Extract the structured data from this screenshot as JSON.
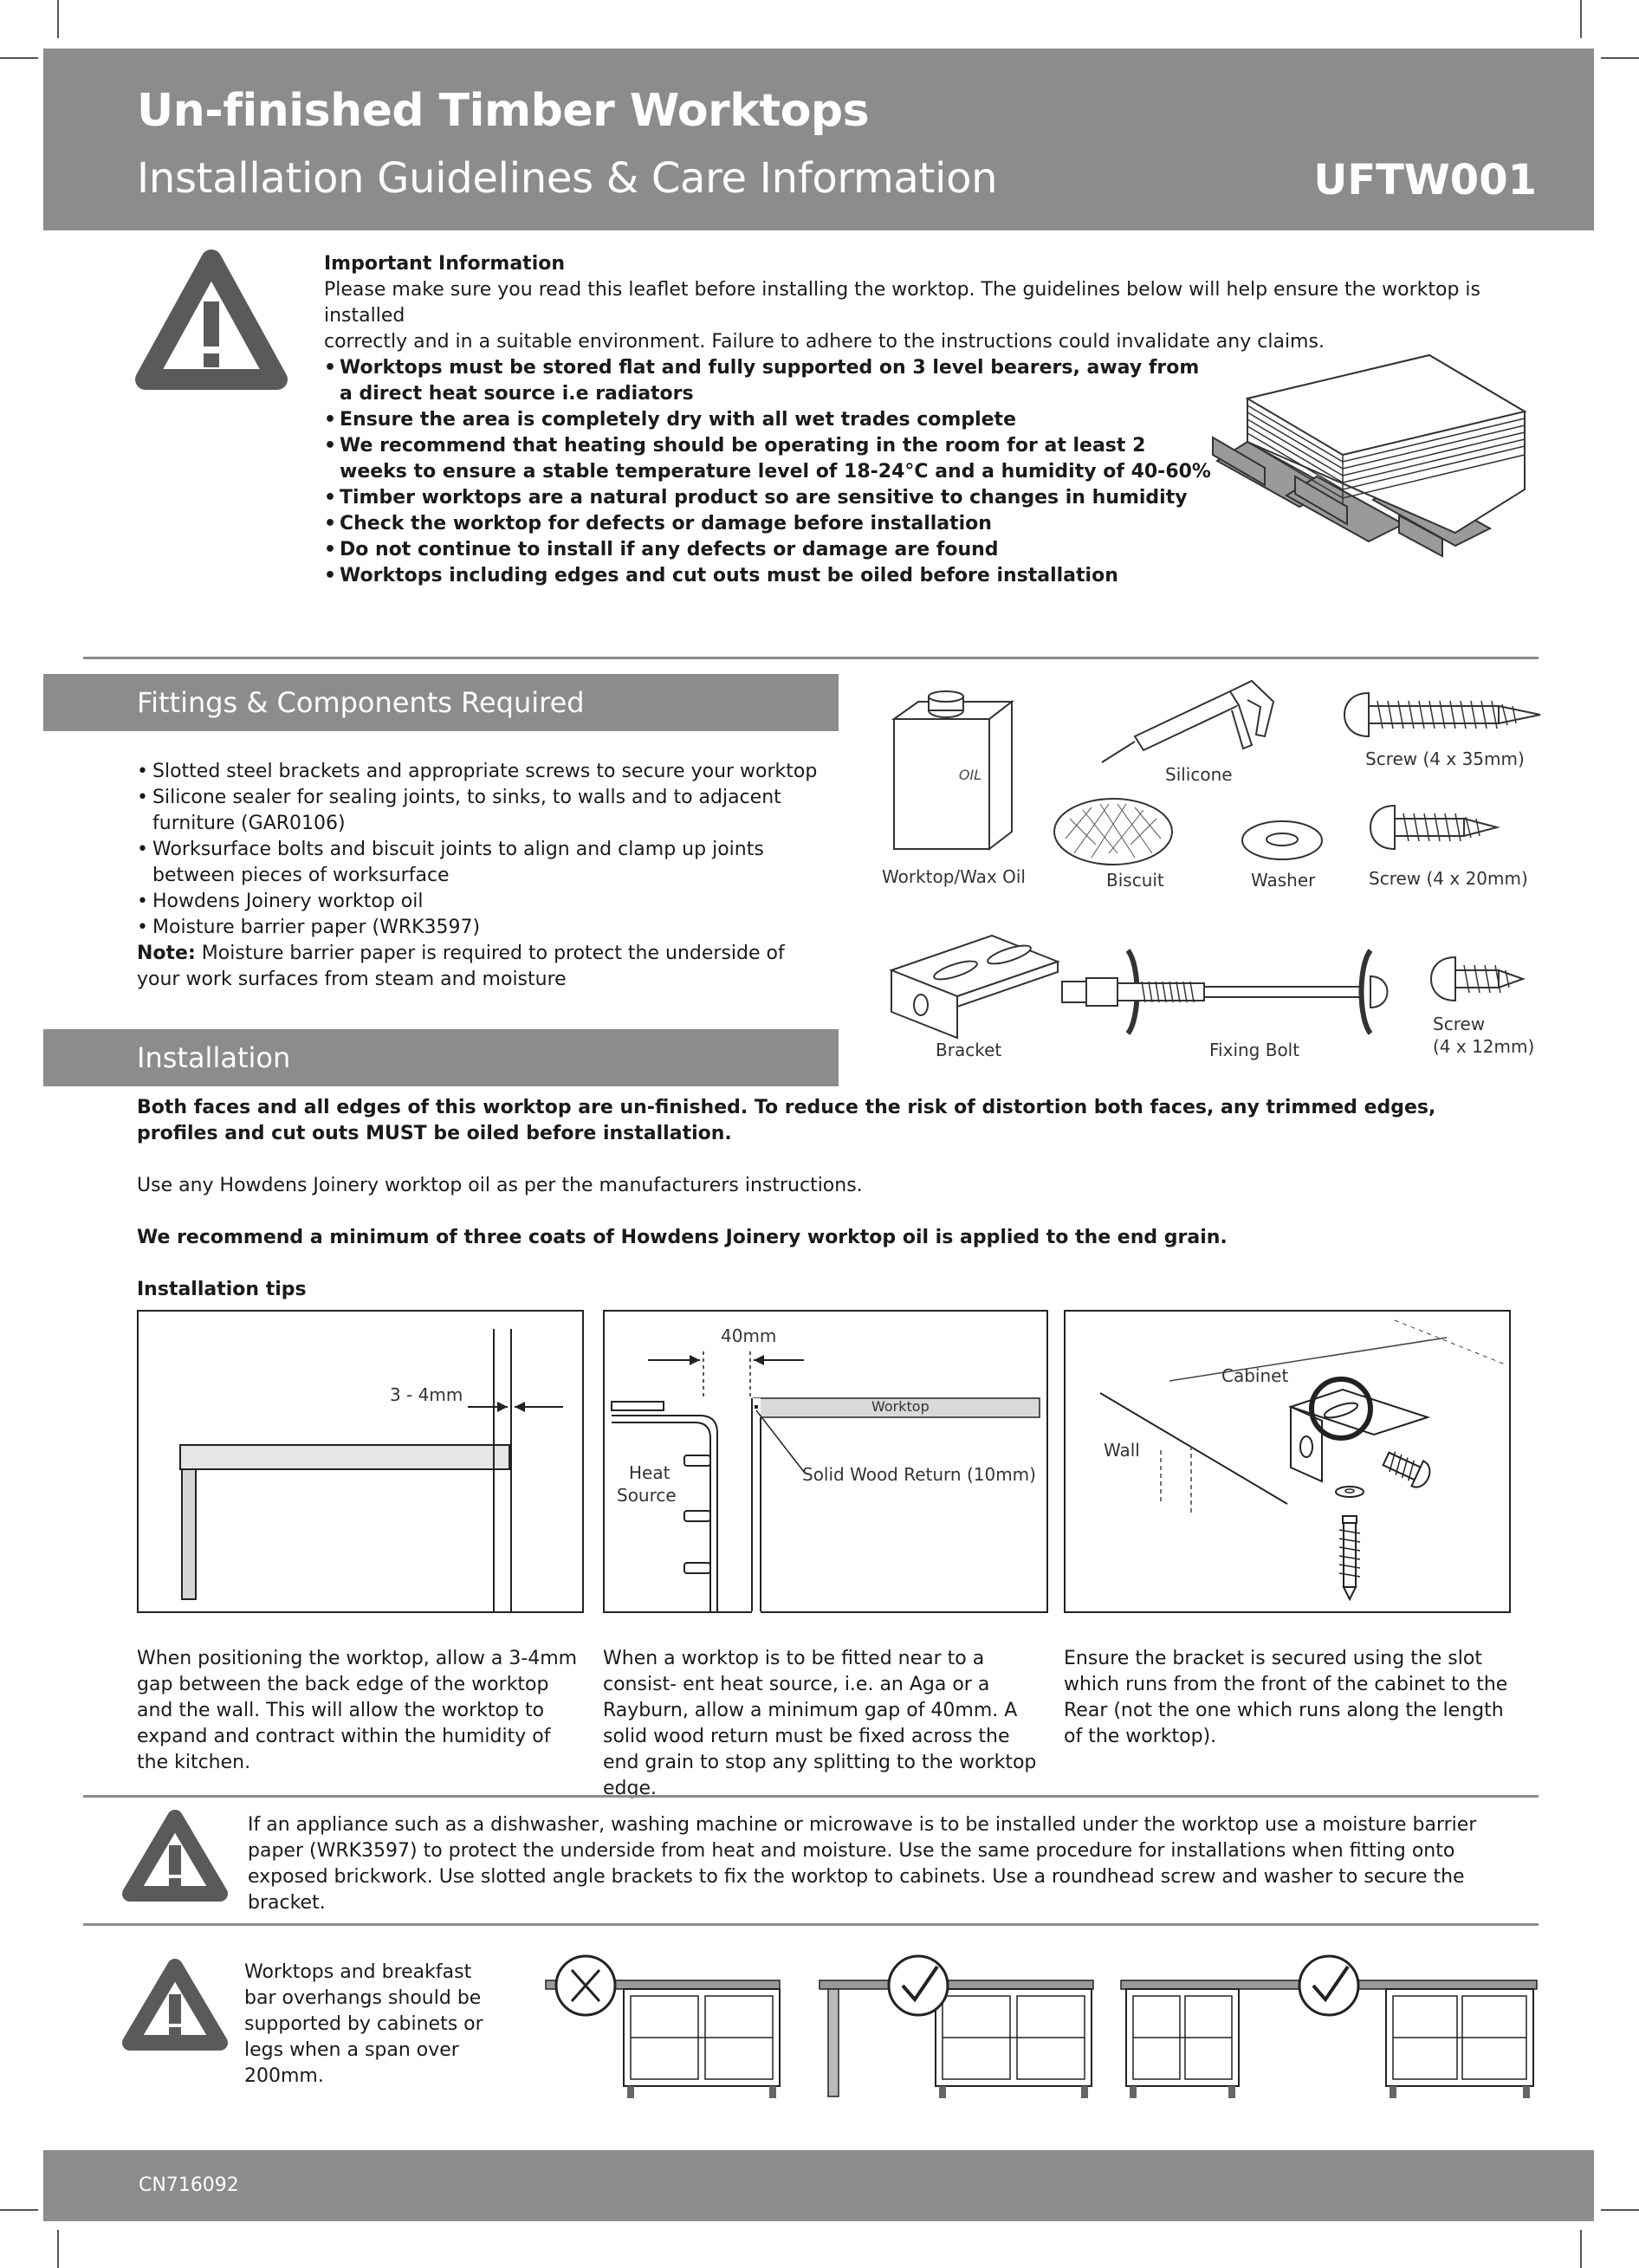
{
  "header": {
    "title": "Un-finished Timber Worktops",
    "subtitle": "Installation Guidelines & Care Information",
    "code": "UFTW001"
  },
  "important": {
    "heading": "Important Information",
    "intro_line1": "Please make sure you read this leaflet before installing the worktop. The guidelines below will help ensure the worktop is installed",
    "intro_line2": "correctly and in a suitable environment. Failure to adhere to the instructions could invalidate any claims.",
    "bullets": [
      "Worktops must be stored flat and fully supported on 3 level bearers, away from a direct heat source i.e radiators",
      "Ensure the area is completely dry with all wet trades complete",
      "We recommend that heating should be operating in the room for at least 2 weeks to ensure a stable temperature level of 18-24°C and a humidity of 40-60%",
      "Timber worktops are a natural product so are sensitive to changes in humidity",
      "Check the worktop for defects or damage before installation",
      "Do not continue to install if any defects or damage are found",
      "Worktops including edges and cut outs must be oiled before installation"
    ]
  },
  "fittings": {
    "heading": "Fittings & Components Required",
    "bullets": [
      "Slotted steel brackets and appropriate screws to secure your worktop",
      "Silicone sealer for sealing joints, to sinks, to walls and to adjacent furniture (GAR0106)",
      "Worksurface bolts and biscuit joints to align and clamp up joints between pieces of worksurface",
      "Howdens Joinery worktop oil",
      "Moisture barrier paper (WRK3597)"
    ],
    "note_label": "Note:",
    "note_text": " Moisture barrier paper is required to protect the underside of your work surfaces from steam and moisture",
    "components": {
      "oil": "Worktop/Wax Oil",
      "oil_can_text": "OIL",
      "silicone": "Silicone",
      "screw35": "Screw (4 x 35mm)",
      "biscuit": "Biscuit",
      "washer": "Washer",
      "screw20": "Screw (4 x 20mm)",
      "bracket": "Bracket",
      "bolt": "Fixing Bolt",
      "screw12_a": "Screw",
      "screw12_b": "(4 x 12mm)"
    }
  },
  "installation": {
    "heading": "Installation",
    "para1": "Both faces and all edges of this worktop are un-finished. To reduce the risk of distortion both faces, any trimmed edges, profiles and cut outs MUST be oiled before installation.",
    "para2": "Use any Howdens Joinery worktop oil as per the manufacturers instructions.",
    "para3": "We recommend a minimum of three coats of Howdens Joinery worktop oil is applied to the end grain.",
    "tips_heading": "Installation tips",
    "diagram1": {
      "gap": "3 - 4mm"
    },
    "diagram2": {
      "gap": "40mm",
      "worktop": "Worktop",
      "heat_a": "Heat",
      "heat_b": "Source",
      "return": "Solid Wood Return (10mm)"
    },
    "diagram3": {
      "cabinet": "Cabinet",
      "wall": "Wall"
    },
    "tip1": "When positioning the worktop, allow a 3-4mm gap between the back edge of the worktop and the wall. This will allow the worktop to expand and contract within the humidity of the kitchen.",
    "tip2": "When a worktop is to be fitted near to a consist- ent heat source, i.e. an Aga or a Rayburn, allow a minimum gap of 40mm. A solid wood return must be fixed across the end grain to stop any splitting to the worktop edge.",
    "tip3": "Ensure the bracket is secured using the slot which runs from the front of the cabinet to the Rear (not the one which runs along the length of the worktop)."
  },
  "warning_appliance": "If an appliance such as a dishwasher, washing machine or microwave is to be installed under the worktop use a moisture barrier paper (WRK3597) to protect the underside from heat and moisture. Use the same procedure for installations when fitting onto exposed brickwork. Use slotted angle brackets to fix the worktop to cabinets. Use a roundhead screw and washer to secure the bracket.",
  "warning_overhang": "Worktops and breakfast bar overhangs should be supported by cabinets or legs when a span over 200mm.",
  "footer": {
    "code": "CN716092"
  },
  "colors": {
    "band": "#8c8c8c",
    "icon": "#5a5a5a"
  }
}
